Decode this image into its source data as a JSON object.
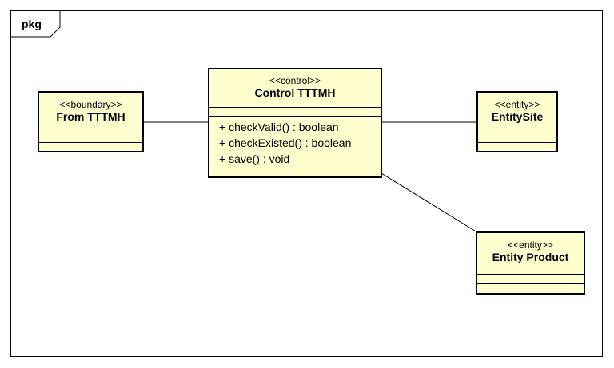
{
  "package": {
    "label": "pkg"
  },
  "classes": {
    "boundary": {
      "stereotype": "<<boundary>>",
      "name": "From TTTMH"
    },
    "control": {
      "stereotype": "<<control>>",
      "name": "Control TTTMH",
      "operations": [
        "+ checkValid() : boolean",
        "+ checkExisted() : boolean",
        "+ save() : void"
      ]
    },
    "site": {
      "stereotype": "<<entity>>",
      "name": "EntitySite"
    },
    "product": {
      "stereotype": "<<entity>>",
      "name": "Entity Product"
    }
  },
  "colors": {
    "class_fill": "#fefece",
    "stroke": "#000000",
    "background": "#ffffff"
  }
}
